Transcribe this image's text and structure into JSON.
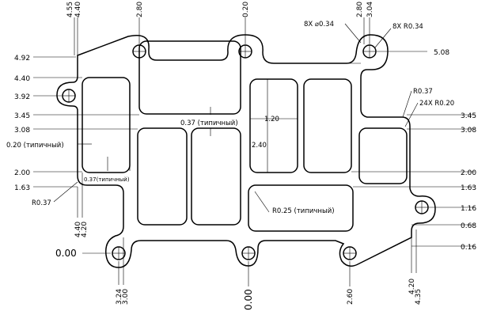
{
  "callouts": {
    "hole_diameter": "8X ⌀0.34",
    "hole_radius": "8X R0.34",
    "corner_r037_top": "R0.37",
    "corner_r020": "24X R0.20",
    "corner_r037_left": "R0.37",
    "web_r025": "R0.25 (типичный)",
    "web_037": "0.37 (типичный)",
    "web_037_small": "0.37(типичный)",
    "web_020": "0.20 (типичный)",
    "width_120": "1.20",
    "height_240": "2.40"
  },
  "left_y_dims": [
    "4.92",
    "4.40",
    "3.92",
    "3.45",
    "3.08",
    "2.00",
    "1.63"
  ],
  "right_y_dims": [
    "5.08",
    "3.45",
    "3.08",
    "2.00",
    "1.63",
    "1.16",
    "0.68",
    "0.16"
  ],
  "origin_y": "0.00",
  "top_x_dims": [
    "4.55",
    "4.40",
    "2.80",
    "0.20",
    "2.80",
    "3.04"
  ],
  "bottom_x_dims": [
    "4.40",
    "4.20",
    "3.24",
    "3.00",
    "0.00",
    "2.60",
    "4.20",
    "4.35"
  ]
}
